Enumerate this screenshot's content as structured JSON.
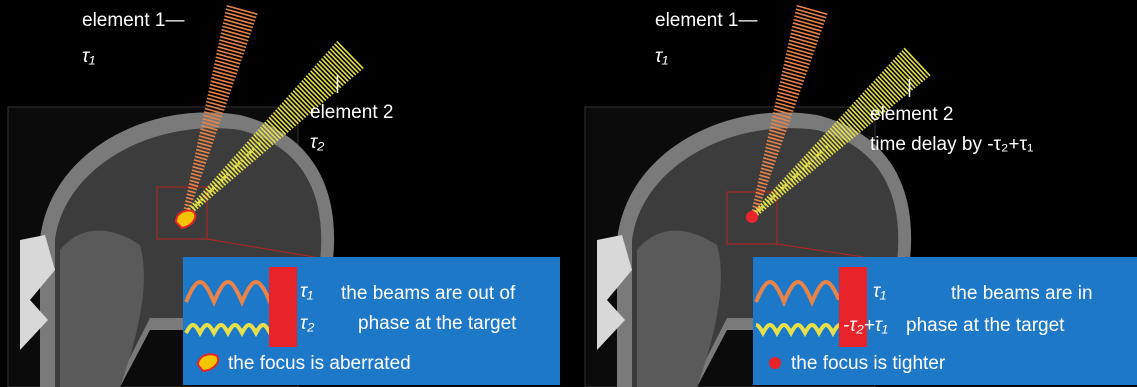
{
  "left": {
    "element1_label": "element 1",
    "tau1": "τ₁",
    "element2_label": "element 2",
    "tau2": "τ₂",
    "legend": {
      "tau1": "τ₁",
      "tau2": "τ₂",
      "text_line1": "the beams are out of",
      "text_line2": "phase at the target",
      "focus_text": "the focus is aberrated"
    }
  },
  "right": {
    "element1_label": "element 1",
    "tau1": "τ₁",
    "element2_label": "element 2",
    "delay_label": "time delay by -τ₂+τ₁",
    "legend": {
      "tau1": "τ₁",
      "tau2": "-τ₂+τ₁",
      "text_line1": "the beams are in",
      "text_line2": "phase at the target",
      "focus_text": "the focus is tighter"
    }
  },
  "colors": {
    "beam1": "#e8834a",
    "beam2": "#e6e04a",
    "legend_bg": "#1e78c8",
    "phase_block": "#e8232a",
    "focus_aberrated": "#f5c400",
    "focus_tight": "#e8232a"
  }
}
